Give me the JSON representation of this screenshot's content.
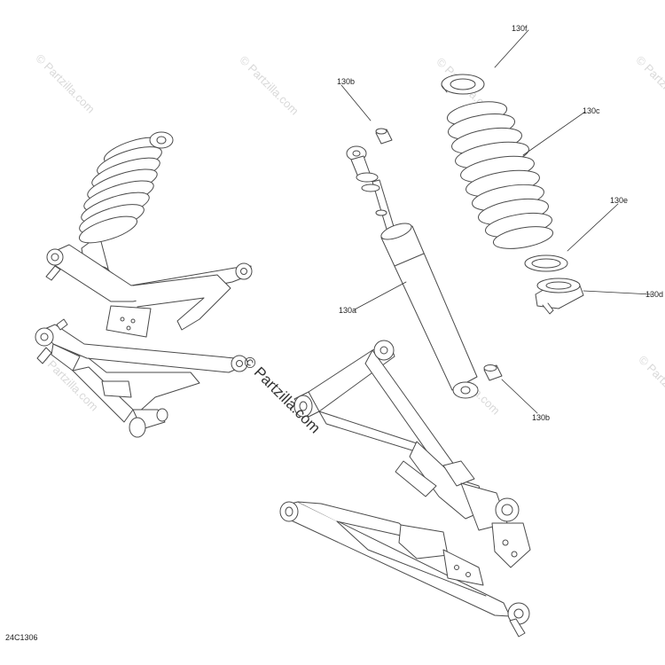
{
  "figure_code": "24C1306",
  "watermark_text": "© Partzilla.com",
  "callouts": {
    "c130a": "130a",
    "c130b_top": "130b",
    "c130b_bottom": "130b",
    "c130c": "130c",
    "c130d": "130d",
    "c130e": "130e",
    "c130f": "130f"
  },
  "colors": {
    "line": "#4a4a4a",
    "fill": "#ffffff",
    "watermark": "#d9d9d9"
  }
}
